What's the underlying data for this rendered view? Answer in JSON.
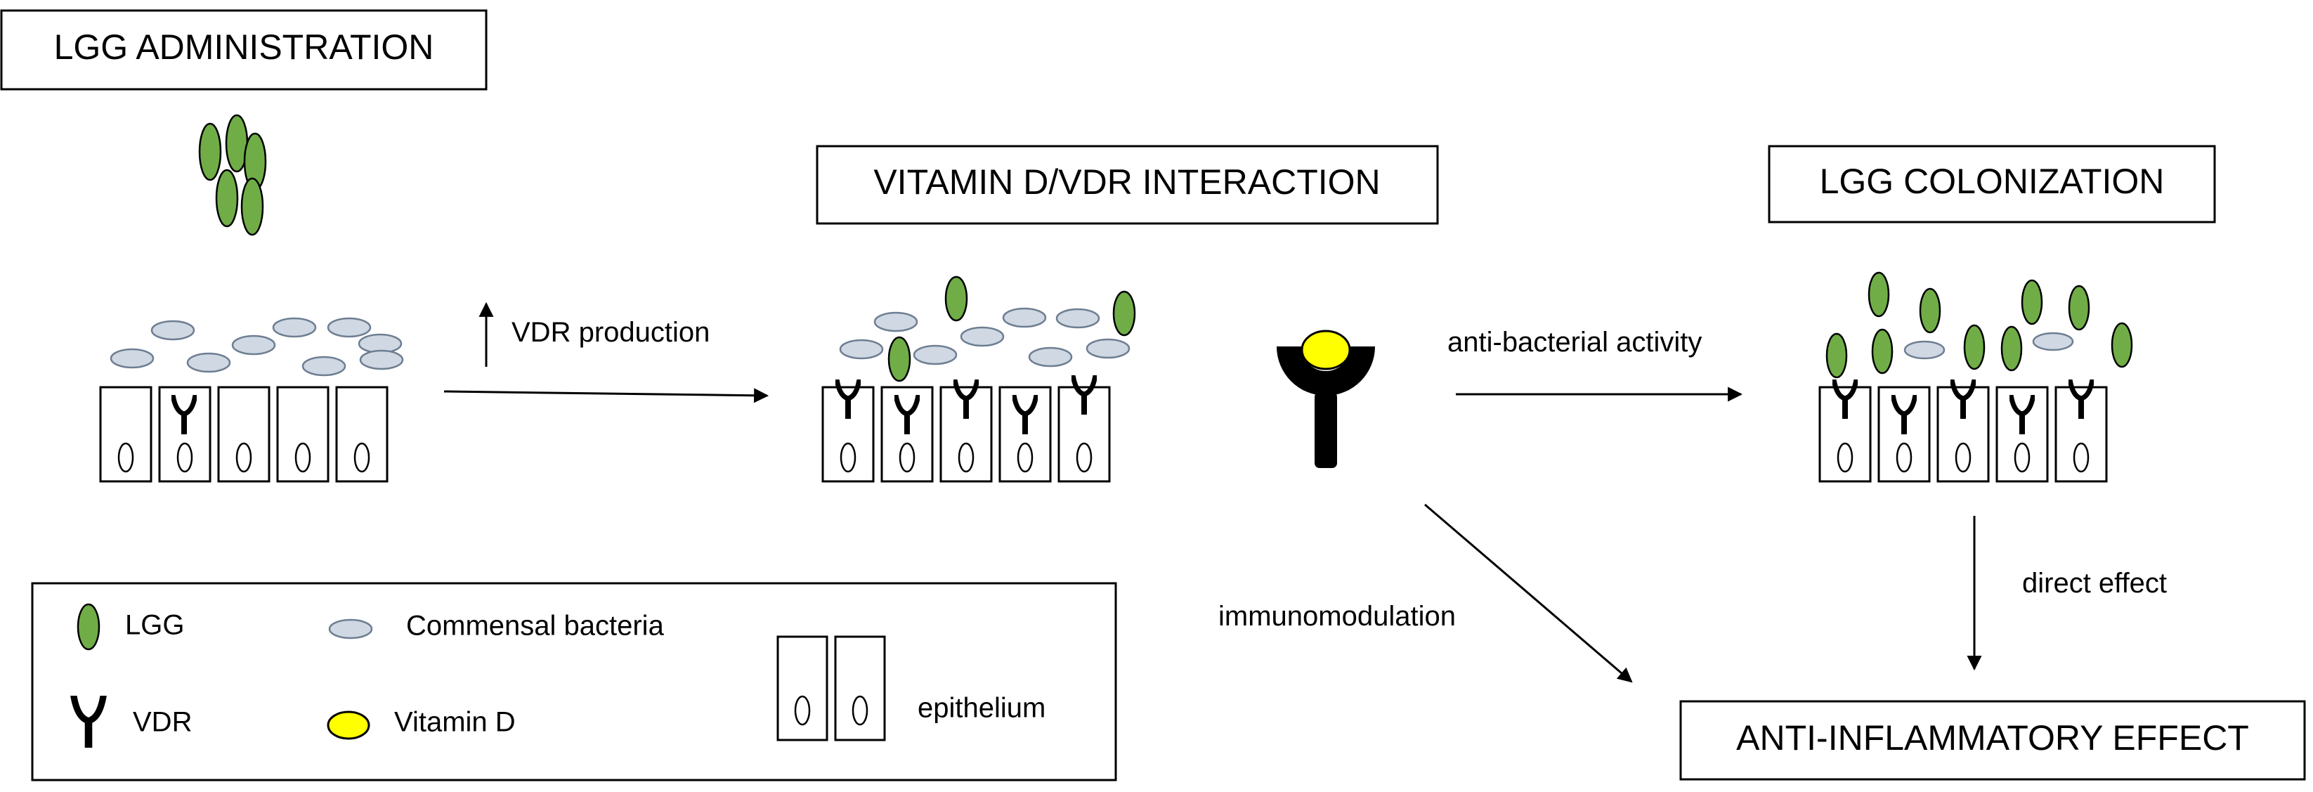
{
  "titles": {
    "administration": "LGG ADMINISTRATION",
    "interaction": "VITAMIN D/VDR INTERACTION",
    "colonization": "LGG COLONIZATION",
    "effect": "ANTI-INFLAMMATORY EFFECT"
  },
  "arrows": {
    "vdr_production": "VDR production",
    "antibacterial": "anti-bacterial activity",
    "immunomodulation": "immunomodulation",
    "direct_effect": "direct effect"
  },
  "legend": {
    "lgg": "LGG",
    "commensal": "Commensal bacteria",
    "vdr": "VDR",
    "vitamin_d": "Vitamin D",
    "epithelium": "epithelium"
  },
  "colors": {
    "lgg": "#70AD47",
    "commensal": "#CFD8E3",
    "vitamin_d": "#FFFF00",
    "receptor": "#000000"
  },
  "icons": [
    "lgg-bacterium-icon",
    "commensal-bacterium-icon",
    "vdr-receptor-icon",
    "vitamin-d-icon",
    "epithelial-cell-icon"
  ]
}
